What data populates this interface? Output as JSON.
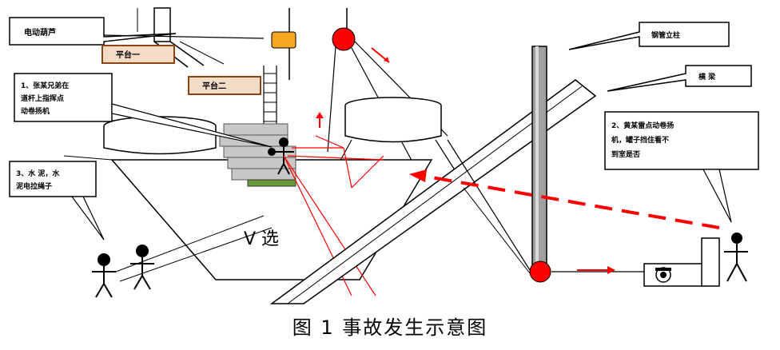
{
  "callouts": {
    "motor_hoist": "电动葫芦",
    "platform_1": "平台一",
    "platform_2": "平台二",
    "step1_line1": "1、张某兄弟在",
    "step1_line2": "道杆上指挥点",
    "step1_line3": "动卷扬机",
    "step2_line1": "2、黄某雷点动卷扬",
    "step2_line2": "机，罐子挡住看不",
    "step2_line3": "到室是否",
    "step3_line1": "3、水 泥，水",
    "step3_line2": "泥电拉绳子",
    "steel_column": "钢管立柱",
    "crossbeam": "横 梁"
  },
  "center_label": "V 选",
  "caption": "图 1 事故发生示意图",
  "colors": {
    "red": "#ff0000",
    "orange": "#f5a623",
    "platform_fill": "#f2dcc6",
    "platform_border": "#8b4513",
    "gray": "#a0a0a0",
    "green": "#6b9a3a"
  }
}
